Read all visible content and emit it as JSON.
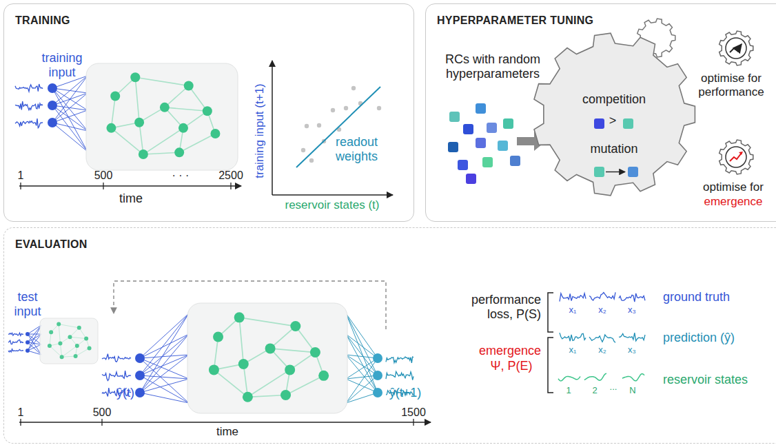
{
  "diagram": {
    "nodes": [
      {
        "text": [
          "TRAINING"
        ]
      },
      {
        "text": [
          "HYPERPARAMETER TUNING"
        ]
      },
      {
        "text": [
          "competition",
          "mutation"
        ],
        "in": 1
      },
      {
        "text": [
          "EVALUATION"
        ]
      }
    ],
    "labels": [
      "training input",
      "1",
      "500",
      "· · ·",
      "2500",
      "time",
      "training input (t+1)",
      "reservoir states (t)",
      "readout weights",
      "RCs with random hyperparameters",
      ">",
      "optimise for performance",
      "optimise for",
      "emergence",
      "test input",
      "ŷ(t)",
      "ŷ(t+1)",
      "1",
      "500",
      "1500",
      "time",
      "performance loss, P(S)",
      "emergence",
      "Ψ, P(E)",
      "x₁",
      "x₂",
      "x₃",
      "ground truth",
      "x₁",
      "x₂",
      "x₃",
      "prediction (ŷ)",
      "1",
      "2",
      "...",
      "N",
      "reservoir states"
    ]
  }
}
